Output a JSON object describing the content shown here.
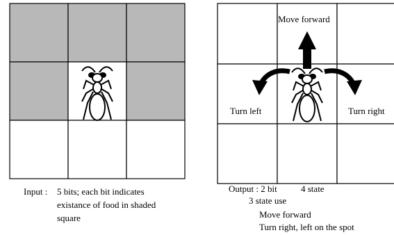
{
  "left_panel": {
    "shaded_cells": [
      [
        0,
        0
      ],
      [
        0,
        1
      ],
      [
        0,
        2
      ],
      [
        1,
        0
      ],
      [
        1,
        2
      ]
    ],
    "caption": {
      "label": "Input :",
      "line1": "5 bits; each bit indicates",
      "line2": "existance of food in shaded",
      "line3": "square"
    }
  },
  "right_panel": {
    "move_forward": "Move forward",
    "turn_left": "Turn left",
    "turn_right": "Turn right",
    "caption": {
      "label": "Output : 2 bit",
      "states": "4 state",
      "line2": "3 state use",
      "line3": "Move forward",
      "line4": "Turn right, left on the spot"
    }
  }
}
